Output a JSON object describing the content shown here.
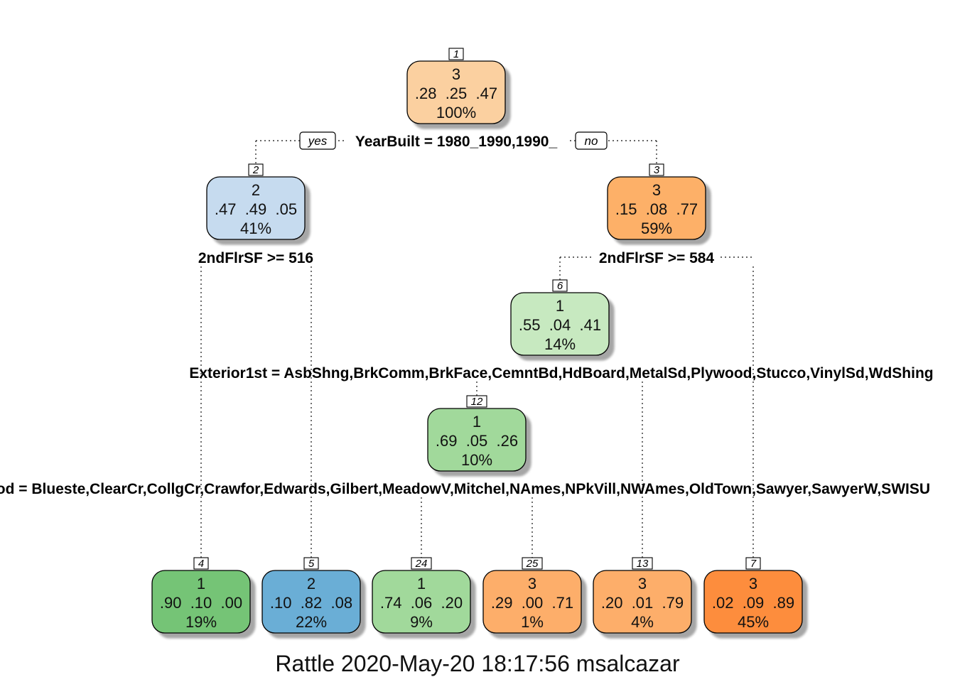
{
  "nodes": [
    {
      "id": "1",
      "label": "3",
      "probs": ".28  .25  .47",
      "pct": "100%",
      "color": "#fbd0a0"
    },
    {
      "id": "2",
      "label": "2",
      "probs": ".47  .49  .05",
      "pct": "41%",
      "color": "#c6dbef"
    },
    {
      "id": "3",
      "label": "3",
      "probs": ".15  .08  .77",
      "pct": "59%",
      "color": "#fdb068"
    },
    {
      "id": "6",
      "label": "1",
      "probs": ".55  .04  .41",
      "pct": "14%",
      "color": "#c7e9c0"
    },
    {
      "id": "12",
      "label": "1",
      "probs": ".69  .05  .26",
      "pct": "10%",
      "color": "#a1d99b"
    },
    {
      "id": "4",
      "label": "1",
      "probs": ".90  .10  .00",
      "pct": "19%",
      "color": "#74c476"
    },
    {
      "id": "5",
      "label": "2",
      "probs": ".10  .82  .08",
      "pct": "22%",
      "color": "#6baed6"
    },
    {
      "id": "24",
      "label": "1",
      "probs": ".74  .06  .20",
      "pct": "9%",
      "color": "#a1d99b"
    },
    {
      "id": "25",
      "label": "3",
      "probs": ".29  .00  .71",
      "pct": "1%",
      "color": "#fdae6b"
    },
    {
      "id": "13",
      "label": "3",
      "probs": ".20  .01  .79",
      "pct": "4%",
      "color": "#fdae6b"
    },
    {
      "id": "7",
      "label": "3",
      "probs": ".02  .09  .89",
      "pct": "45%",
      "color": "#fd8d3c"
    }
  ],
  "splits": [
    "YearBuilt = 1980_1990,1990_",
    "2ndFlrSF >= 516",
    "2ndFlrSF >= 584",
    "Exterior1st = AsbShng,BrkComm,BrkFace,CemntBd,HdBoard,MetalSd,Plywood,Stucco,VinylSd,WdShing",
    "Neighborhood = Blueste,ClearCr,CollgCr,Crawfor,Edwards,Gilbert,MeadowV,Mitchel,NAmes,NPkVill,NWAmes,OldTown,Sawyer,SawyerW,SWISU"
  ],
  "branch_labels": {
    "yes": "yes",
    "no": "no"
  },
  "footer": "Rattle 2020-May-20 18:17:56 msalcazar"
}
